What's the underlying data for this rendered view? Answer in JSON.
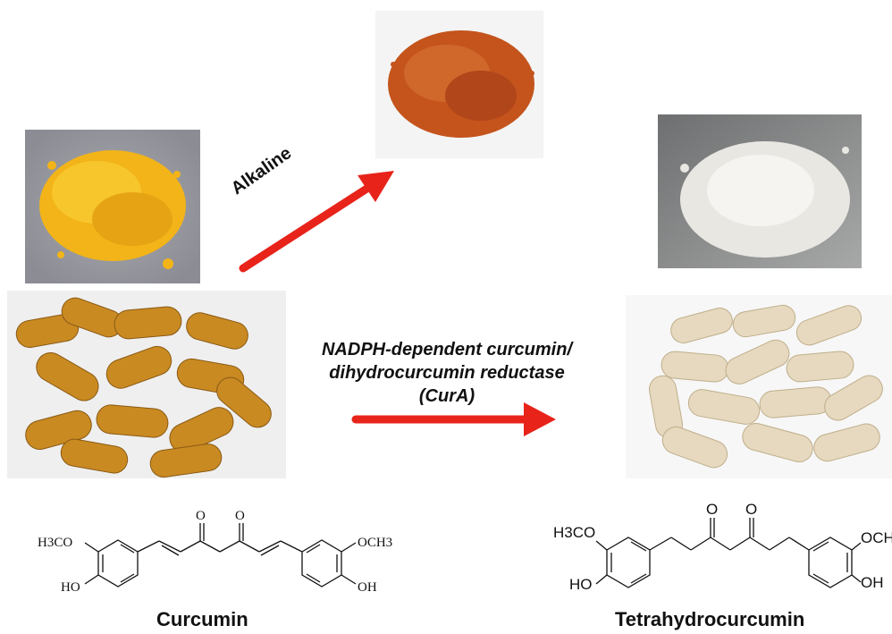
{
  "labels": {
    "alkaline": "Alkaline",
    "enzyme_line1": "NADPH-dependent curcumin/",
    "enzyme_line2": "dihydrocurcumin reductase",
    "enzyme_line3": "(CurA)",
    "curcumin": "Curcumin",
    "tetrahydrocurcumin": "Tetrahydrocurcumin"
  },
  "curcumin_structure": {
    "h3co": "H3CO",
    "och3": "OCH3",
    "ho_left": "HO",
    "oh_right": "OH",
    "o1": "O",
    "o2": "O"
  },
  "thc_structure": {
    "h3co": "H3CO",
    "och": "OCH",
    "ho_left": "HO",
    "oh_right": "OH",
    "o1": "O",
    "o2": "O"
  },
  "colors": {
    "arrow": "#e8231a",
    "curcumin_powder": "#f2b418",
    "alkaline_powder": "#c4541c",
    "thc_powder": "#e9e7e2",
    "curcumin_capsule": "#c98a22",
    "thc_capsule": "#e6d9bf"
  }
}
